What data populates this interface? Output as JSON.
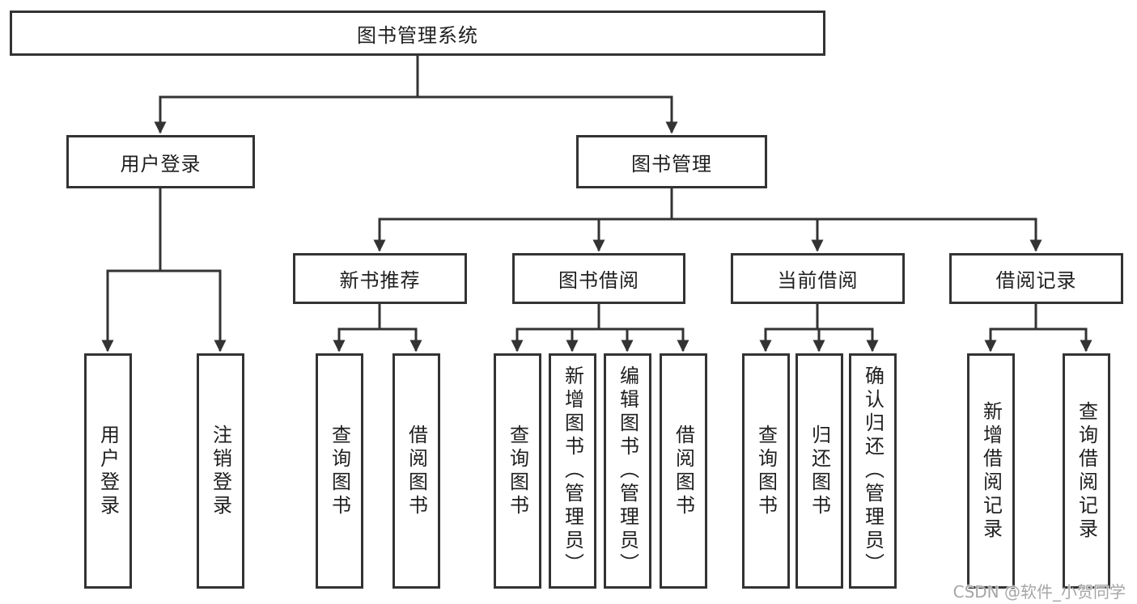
{
  "colors": {
    "line": "#333333",
    "text": "#1f1f1f",
    "watermark": "#a6a6a6",
    "background": "#ffffff"
  },
  "nodes": {
    "root": {
      "label": "图书管理系统"
    },
    "level2": [
      {
        "label": "用户登录"
      },
      {
        "label": "图书管理"
      }
    ],
    "level3": [
      {
        "label": "新书推荐",
        "parent": "图书管理"
      },
      {
        "label": "图书借阅",
        "parent": "图书管理"
      },
      {
        "label": "当前借阅",
        "parent": "图书管理"
      },
      {
        "label": "借阅记录",
        "parent": "图书管理"
      }
    ],
    "leaves": [
      {
        "label": "用户登录",
        "parent": "用户登录"
      },
      {
        "label": "注销登录",
        "parent": "用户登录"
      },
      {
        "label": "查询图书",
        "parent": "新书推荐"
      },
      {
        "label": "借阅图书",
        "parent": "新书推荐"
      },
      {
        "label": "查询图书",
        "parent": "图书借阅"
      },
      {
        "label": "新增图书（管理员）",
        "parent": "图书借阅"
      },
      {
        "label": "编辑图书（管理员）",
        "parent": "图书借阅"
      },
      {
        "label": "借阅图书",
        "parent": "图书借阅"
      },
      {
        "label": "查询图书",
        "parent": "当前借阅"
      },
      {
        "label": "归还图书",
        "parent": "当前借阅"
      },
      {
        "label": "确认归还（管理员）",
        "parent": "当前借阅"
      },
      {
        "label": "新增借阅记录",
        "parent": "借阅记录"
      },
      {
        "label": "查询借阅记录",
        "parent": "借阅记录"
      }
    ]
  },
  "watermark": "CSDN @软件_小贺同学"
}
